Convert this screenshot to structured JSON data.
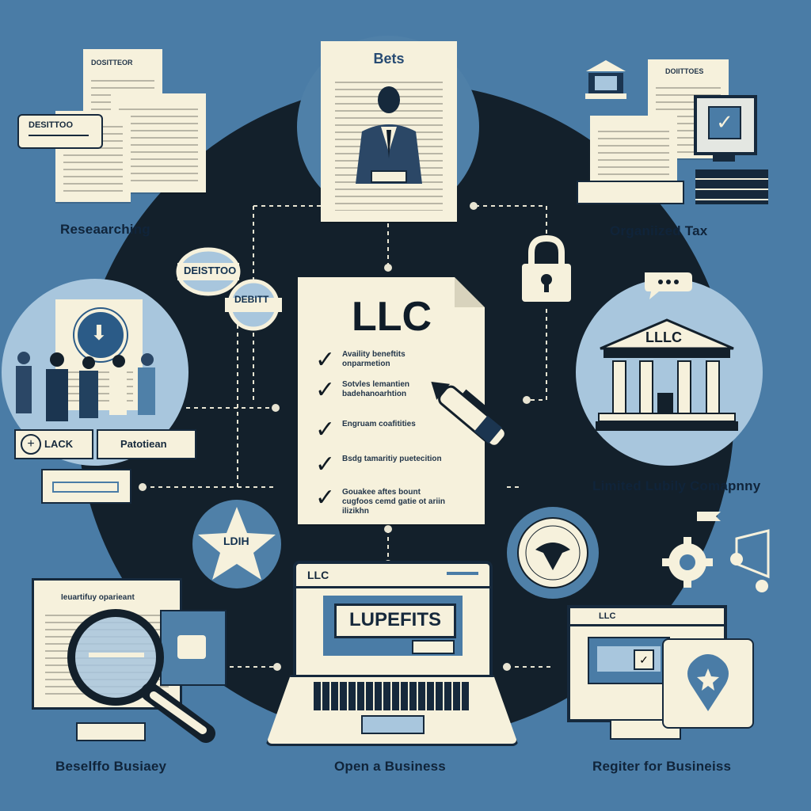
{
  "center": {
    "document_title": "LLC",
    "checklist": [
      "Availity beneftits onparmetion",
      "Sotvles lemantien badehanoarhtion",
      "Engruam coafitities",
      "Bsdg tamaritiy puetecition",
      "Gouakee aftes bount cugfoos cemd gatie ot ariin ilizikhn"
    ]
  },
  "top_doc": {
    "title": "Bets"
  },
  "labels": {
    "researching": "Reseaarching",
    "organized_tax": "Organiized Tax",
    "limited_liability": "Limited Lubily Comapnny",
    "beselffo_business": "Beselffo Busiaey",
    "open_business": "Open a Business",
    "register_business": "Regiter for Busineiss"
  },
  "badges": {
    "seal_top": "DEISTTOO",
    "seal_bottom": "DEBITT",
    "star_badge": "LDIH",
    "research_tag": "DESITTOO",
    "research_doc": "DOSITTEOR",
    "tax_doc": "DOIITTOES"
  },
  "research_people": {
    "tag_left": "LACK",
    "tag_right": "Patotiean"
  },
  "laptop": {
    "window_title": "LLC",
    "screen_text": "LUPEFITS",
    "button": ""
  },
  "building": {
    "sign": "LLLC"
  },
  "register_screen": {
    "window_title": "LLC"
  },
  "monitor_doc": {
    "heading": "Ieuartifuy oparieant"
  },
  "colors": {
    "background": "#4a7ca6",
    "dark_circle": "#13202b",
    "paper": "#f6f1dc",
    "ink": "#10243a",
    "light_blue": "#a8c6dd"
  },
  "icons": [
    "lock-icon",
    "pen-icon",
    "magnifier-icon",
    "gear-icon",
    "map-pin-icon",
    "bank-icon",
    "chat-bubble-icon",
    "seal-icon",
    "star-icon",
    "laptop-icon",
    "monitor-icon",
    "person-icon"
  ]
}
